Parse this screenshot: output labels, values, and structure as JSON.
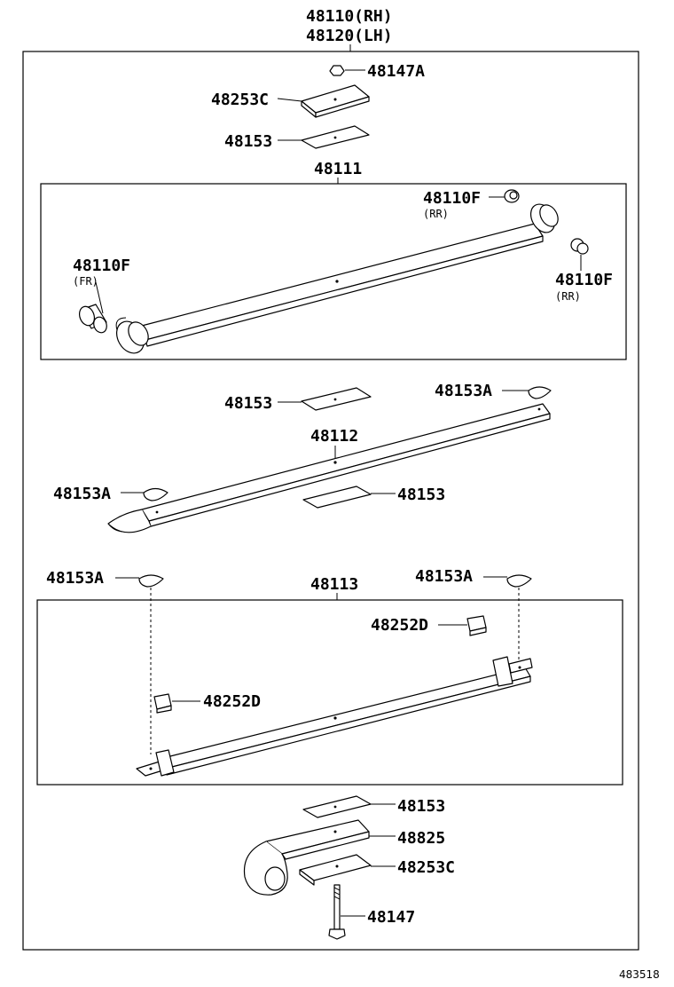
{
  "diagram": {
    "assembly_label_rh": "48110(RH)",
    "assembly_label_lh": "48120(LH)",
    "figure_code": "483518",
    "labels": {
      "nut_48147A": "48147A",
      "plate_48253C_top": "48253C",
      "insulator_48153_top": "48153",
      "leaf_48111": "48111",
      "bushing_48110F_rr_upper": "48110F",
      "bushing_48110F_rr_upper_sub": "(RR)",
      "bushing_48110F_fr": "48110F",
      "bushing_48110F_fr_sub": "(FR)",
      "bushing_48110F_rr_lower": "48110F",
      "bushing_48110F_rr_lower_sub": "(RR)",
      "insulator_48153_mid1": "48153",
      "cap_48153A_right1": "48153A",
      "leaf_48112": "48112",
      "cap_48153A_left1": "48153A",
      "insulator_48153_mid2": "48153",
      "cap_48153A_left2": "48153A",
      "leaf_48113": "48113",
      "cap_48153A_right2": "48153A",
      "clip_48252D_right": "48252D",
      "clip_48252D_left": "48252D",
      "insulator_48153_bottom": "48153",
      "leaf_48825": "48825",
      "plate_48253C_bottom": "48253C",
      "bolt_48147": "48147"
    }
  }
}
